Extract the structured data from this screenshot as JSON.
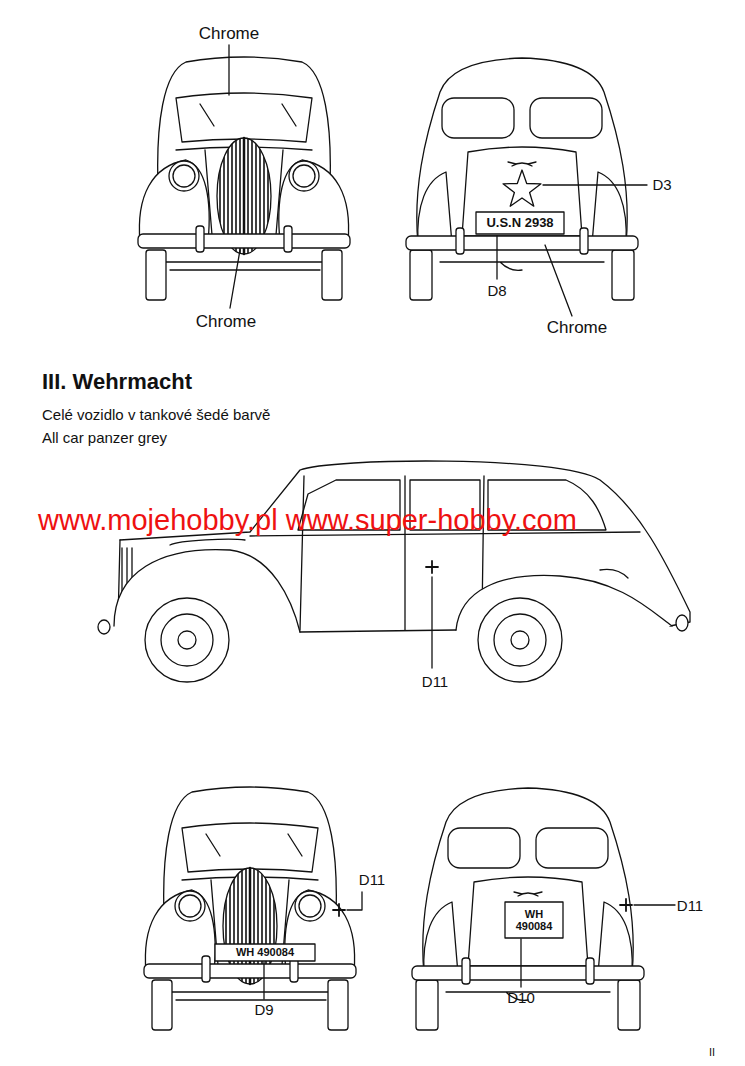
{
  "diagram": {
    "title": "III. Wehrmacht",
    "labels": [
      "Chrome",
      "D3",
      "U.S.N 2938",
      "D8",
      "Chrome",
      "Chrome",
      "Celé vozidlo v tankové šedé barvě",
      "All car panzer grey",
      "www.mojehobby.pl www.super-hobby.com",
      "D11",
      "D11",
      "D11",
      "WH 490084",
      "WH 490084",
      "D9",
      "D10",
      "II"
    ]
  }
}
